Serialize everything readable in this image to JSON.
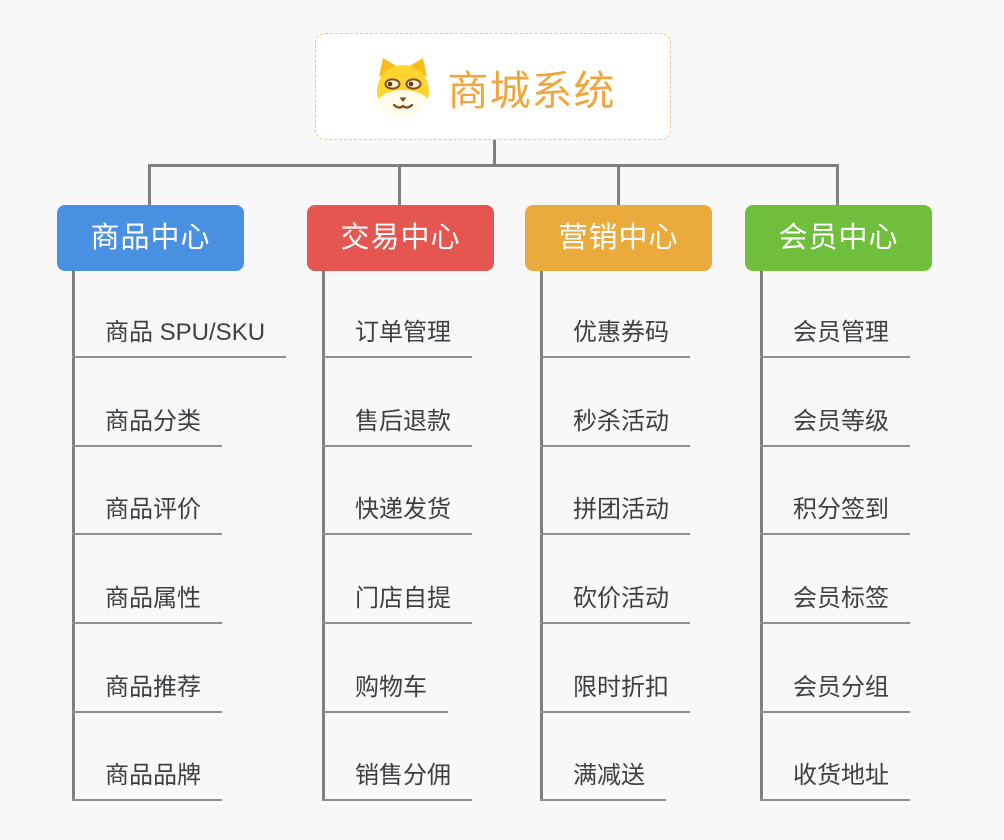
{
  "root": {
    "title": "商城系统",
    "icon": "dog-face-icon",
    "title_color": "#f0a63e",
    "border_color": "#f2c377"
  },
  "connector_color": "#7f7f7f",
  "underline_color": "#8f8f8f",
  "branches": [
    {
      "label": "商品中心",
      "color": "#4a90e2",
      "children": [
        "商品 SPU/SKU",
        "商品分类",
        "商品评价",
        "商品属性",
        "商品推荐",
        "商品品牌"
      ]
    },
    {
      "label": "交易中心",
      "color": "#e4564f",
      "children": [
        "订单管理",
        "售后退款",
        "快递发货",
        "门店自提",
        "购物车",
        "销售分佣"
      ]
    },
    {
      "label": "营销中心",
      "color": "#ebaa3c",
      "children": [
        "优惠券码",
        "秒杀活动",
        "拼团活动",
        "砍价活动",
        "限时折扣",
        "满减送"
      ]
    },
    {
      "label": "会员中心",
      "color": "#6fbe3c",
      "children": [
        "会员管理",
        "会员等级",
        "积分签到",
        "会员标签",
        "会员分组",
        "收货地址"
      ]
    }
  ]
}
